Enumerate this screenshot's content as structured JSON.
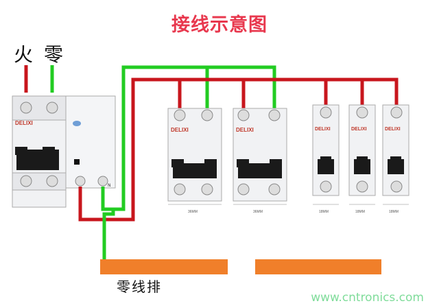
{
  "title": "接线示意图",
  "labels": {
    "live": "火",
    "neutral": "零",
    "neutral_bar": "零线排",
    "rcd_n": "N"
  },
  "brand": "DELIXI",
  "breakers": [
    {
      "id": "b1",
      "poles": 2,
      "size": "36MM"
    },
    {
      "id": "b2",
      "poles": 2,
      "size": "36MM"
    },
    {
      "id": "b3",
      "poles": 1,
      "size": "18MM"
    },
    {
      "id": "b4",
      "poles": 1,
      "size": "18MM"
    },
    {
      "id": "b5",
      "poles": 1,
      "size": "18MM"
    }
  ],
  "watermark": "www.cntronics.com",
  "colors": {
    "live": "#c8161d",
    "neutral": "#22cc22",
    "bar": "#f07f2a",
    "title": "#e8384e"
  }
}
